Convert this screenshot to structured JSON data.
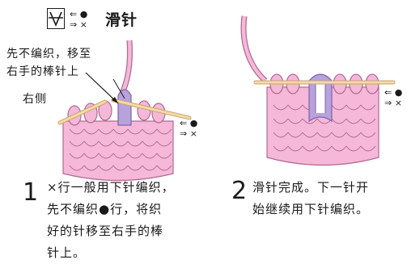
{
  "header": {
    "title": "滑针",
    "legend": [
      {
        "arrow": "⇐",
        "mark": "●"
      },
      {
        "arrow": "⇒",
        "mark": "×"
      }
    ]
  },
  "left_figure": {
    "note_line1": "先不编织，移至",
    "note_line2": "右手的棒针上",
    "side_label": "右侧",
    "legend": [
      {
        "arrow": "⇐",
        "mark": "●"
      },
      {
        "arrow": "⇒",
        "mark": "×"
      }
    ]
  },
  "right_figure": {
    "legend": [
      {
        "arrow": "⇐",
        "mark": "●"
      },
      {
        "arrow": "⇒",
        "mark": "×"
      }
    ]
  },
  "steps": [
    {
      "number": "1",
      "lines": [
        "×行一般用下针编织，",
        "先不编织●行，将织",
        "好的针移至右手的棒",
        "针上。"
      ]
    },
    {
      "number": "2",
      "lines": [
        "滑针完成。下一针开",
        "始继续用下针编织。"
      ]
    }
  ],
  "colors": {
    "knit_pink": "#f5b8d8",
    "knit_outline": "#b06a92",
    "slip_purple": "#b8a2dc",
    "needle": "#f2d9a8"
  }
}
